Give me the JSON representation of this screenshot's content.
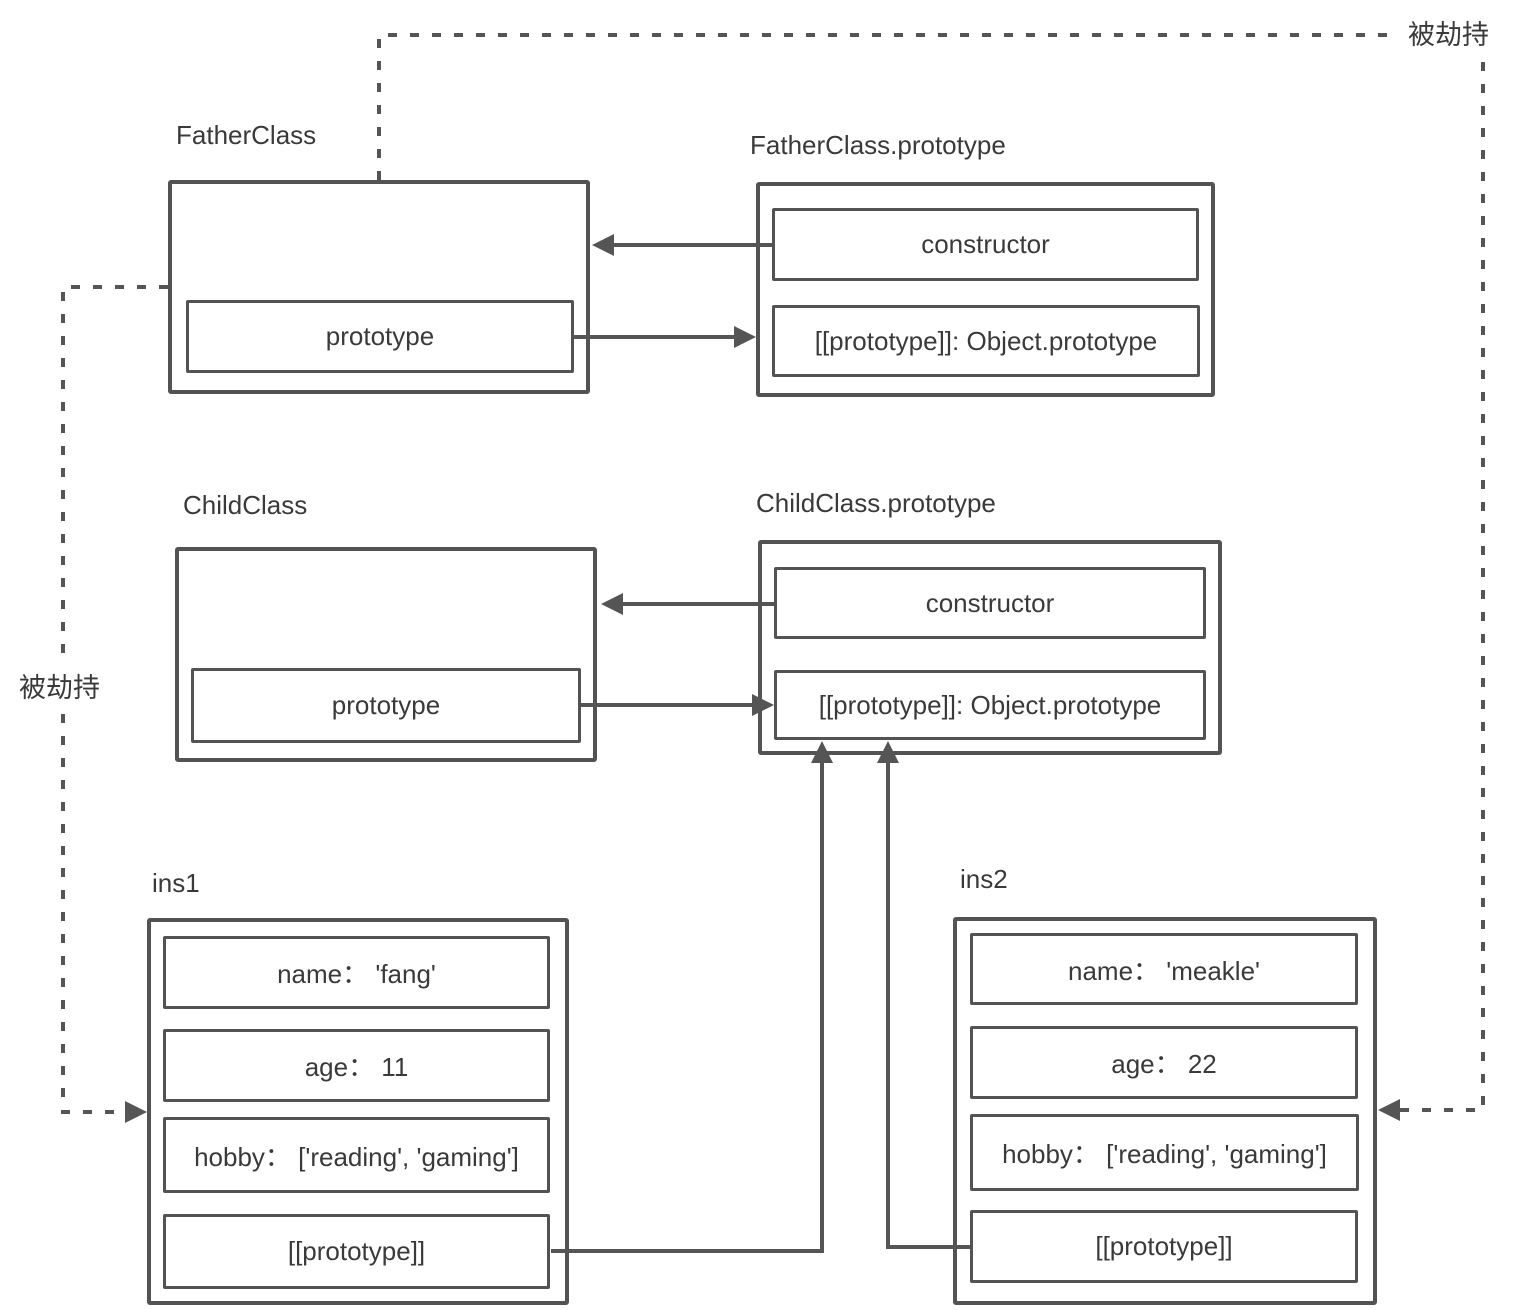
{
  "canvas": {
    "background": "#ffffff",
    "line_color": "#555555",
    "text_color": "#3a3a3a"
  },
  "nodes": {
    "father_class": {
      "title": "FatherClass",
      "prototype_field": "prototype"
    },
    "father_class_prototype": {
      "title": "FatherClass.prototype",
      "constructor_field": "constructor",
      "proto_field": "[[prototype]]: Object.prototype"
    },
    "child_class": {
      "title": "ChildClass",
      "prototype_field": "prototype"
    },
    "child_class_prototype": {
      "title": "ChildClass.prototype",
      "constructor_field": "constructor",
      "proto_field": "[[prototype]]: Object.prototype"
    },
    "ins1": {
      "title": "ins1",
      "name_field": "name： 'fang'",
      "age_field": "age： 11",
      "hobby_field": "hobby： ['reading', 'gaming']",
      "proto_field": "[[prototype]]"
    },
    "ins2": {
      "title": "ins2",
      "name_field": "name： 'meakle'",
      "age_field": "age： 22",
      "hobby_field": "hobby： ['reading', 'gaming']",
      "proto_field": "[[prototype]]"
    }
  },
  "annotations": {
    "hijacked_right": "被劫持",
    "hijacked_left": "被劫持"
  }
}
